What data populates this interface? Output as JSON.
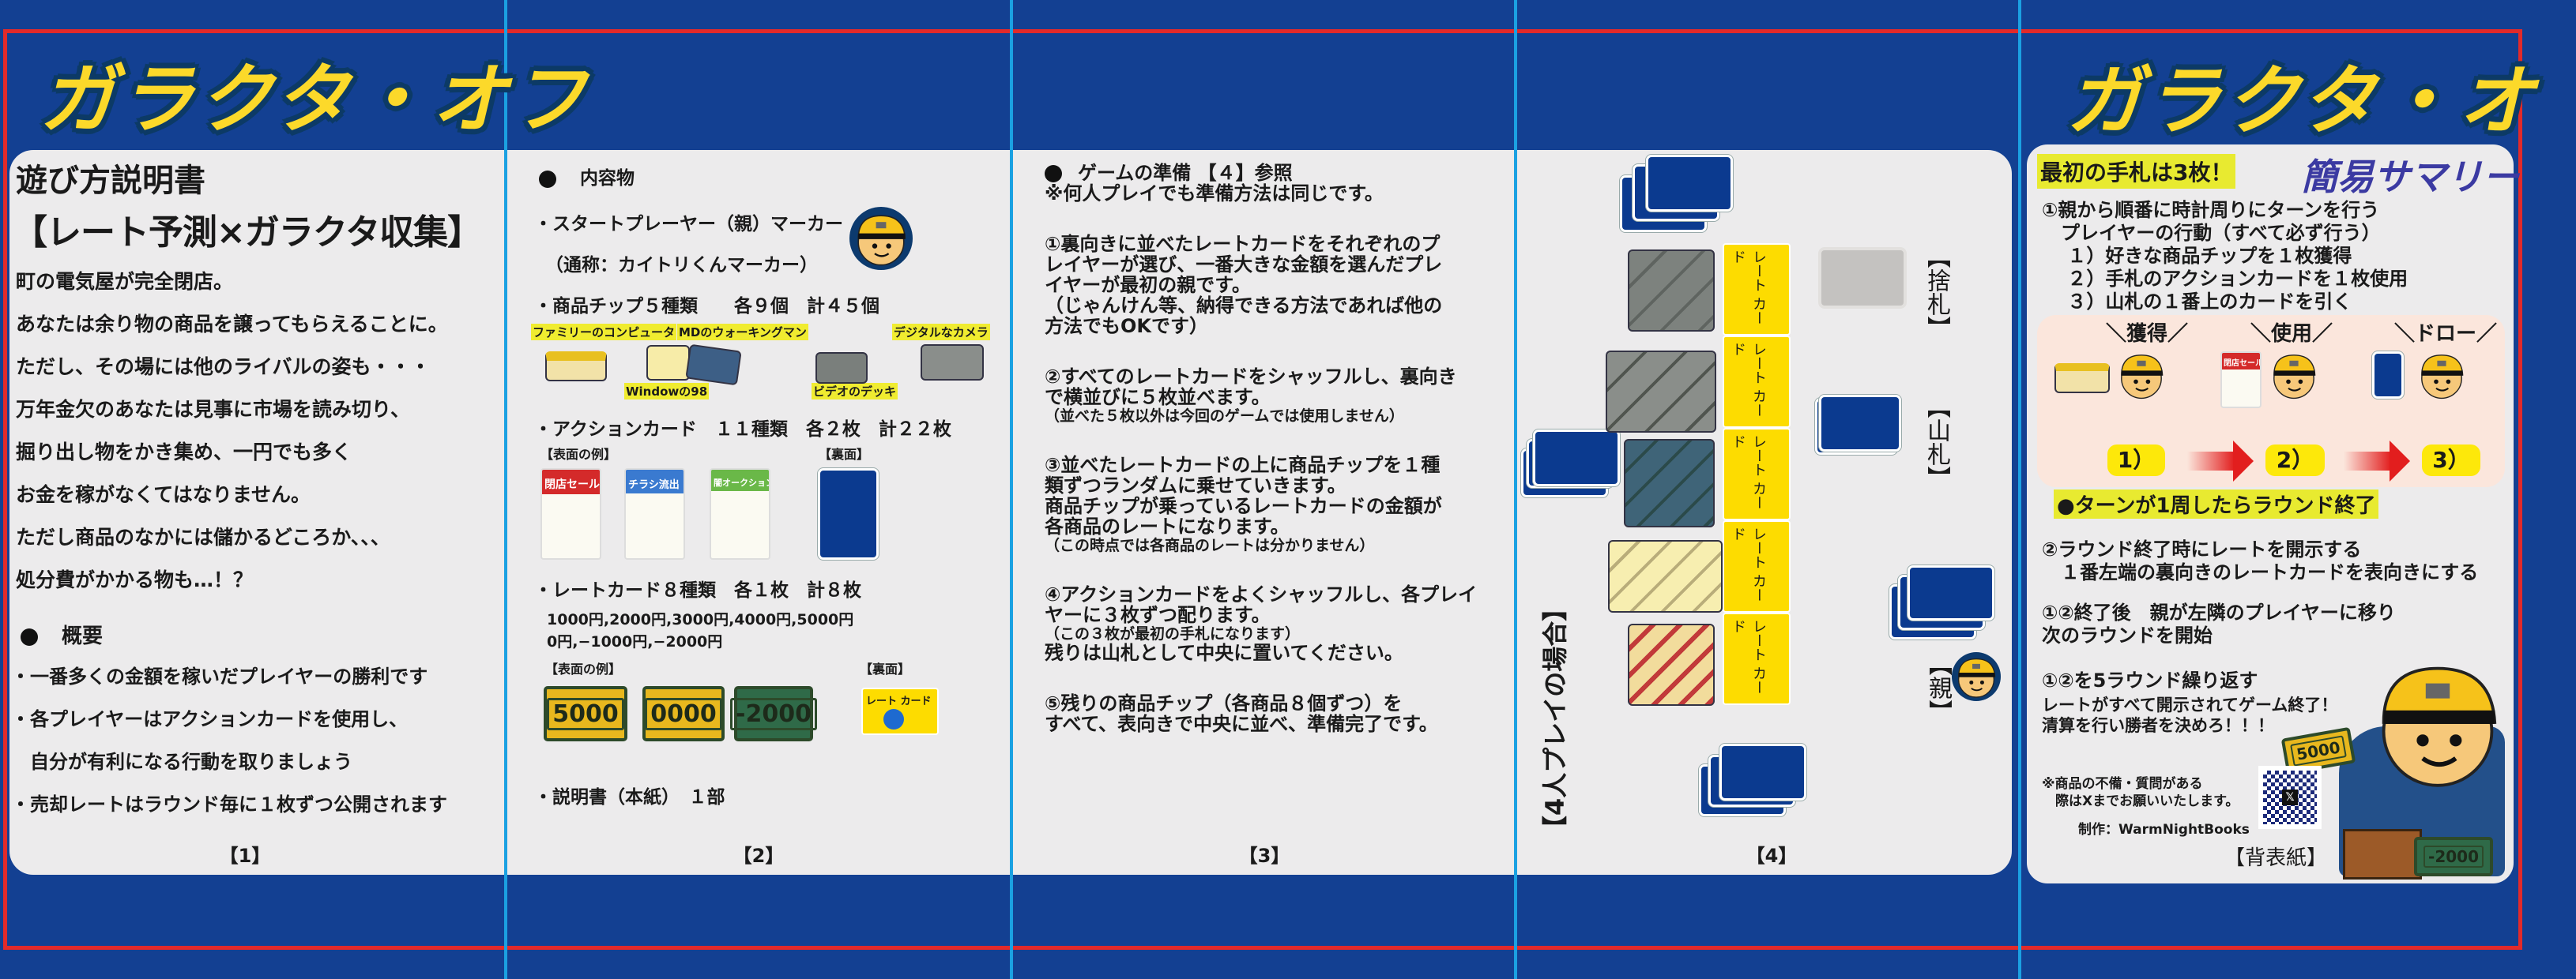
{
  "title": "ガラクタ・オフ",
  "panel1": {
    "heading": "遊び方説明書",
    "subheading": "【レート予測×ガラクタ収集】",
    "story": [
      "町の電気屋が完全閉店。",
      "あなたは余り物の商品を譲ってもらえることに。",
      "ただし、その場には他のライバルの姿も・・・",
      "万年金欠のあなたは見事に市場を読み切り、",
      "掘り出し物をかき集め、一円でも多く",
      "お金を稼がなくてはなりません。",
      "ただし商品のなかには儲かるどころか、、、",
      "処分費がかかる物も…！？"
    ],
    "overview_heading": "概要",
    "overview": [
      "・一番多くの金額を稼いだプレイヤーの勝利です",
      "・各プレイヤーはアクションカードを使用し、",
      "　自分が有利になる行動を取りましょう",
      "・売却レートはラウンド毎に１枚ずつ公開されます"
    ],
    "page": "【1】"
  },
  "panel2": {
    "heading": "内容物",
    "marker": "・スタートプレーヤー（親）マーカー",
    "marker_alias": "（通称：カイトリくんマーカー）",
    "chips": "・商品チップ５種類　　各９個　計４５個",
    "chip_labels": [
      "ファミリーのコンピュータ",
      "Windowの98",
      "MDのウォーキングマン",
      "ビデオのデッキ",
      "デジタルなカメラ"
    ],
    "action": "・アクションカード　１１種類　各２枚　計２２枚",
    "front_example": "【表面の例】",
    "back": "【裏面】",
    "action_examples": [
      "閉店セール",
      "チラシ流出",
      "闇オークション"
    ],
    "rate": "・レートカード８種類　各１枚　計８枚",
    "rate_values_1": "1000円,2000円,3000円,4000円,5000円",
    "rate_values_2": "0円,−1000円,−2000円",
    "rate_examples": [
      "5000",
      "0000",
      "-2000"
    ],
    "rate_back": "レート カード",
    "manual": "・説明書（本紙）　１部",
    "page": "【2】"
  },
  "panel3": {
    "heading": "ゲームの準備 【４】参照",
    "note": "※何人プレイでも準備方法は同じです。",
    "step1": [
      "①裏向きに並べたレートカードをそれぞれのプ",
      "レイヤーが選び、一番大きな金額を選んだプレ",
      "イヤーが最初の親です。",
      "（じゃんけん等、納得できる方法であれば他の",
      "方法でもOKです）"
    ],
    "step2": [
      "②すべてのレートカードをシャッフルし、裏向き",
      "で横並びに５枚並べます。"
    ],
    "step2_note": "（並べた５枚以外は今回のゲームでは使用しません）",
    "step3": [
      "③並べたレートカードの上に商品チップを１種",
      "類ずつランダムに乗せていきます。",
      "商品チップが乗っているレートカードの金額が",
      "各商品のレートになります。"
    ],
    "step3_note": "（この時点では各商品のレートは分かりません）",
    "step4": [
      "④アクションカードをよくシャッフルし、各プレイ",
      "ヤーに３枚ずつ配ります。"
    ],
    "step4_note": "（この３枚が最初の手札になります）",
    "step4_end": "残りは山札として中央に置いてください。",
    "step5": [
      "⑤残りの商品チップ（各商品８個ずつ）を",
      "すべて、表向きで中央に並べ、準備完了です。"
    ],
    "page": "【3】"
  },
  "panel4": {
    "discard": "【捨札】",
    "deck": "【山札】",
    "parent": "【親】",
    "caption": "【4人プレイの場合】",
    "rate_card": "レート カード",
    "page": "【4】"
  },
  "panel5": {
    "first_hand": "最初の手札は3枚！",
    "summary_title": "簡易サマリー",
    "turn": [
      "①親から順番に時計周りにターンを行う",
      "　プレイヤーの行動（すべて必ず行う）",
      "　 １）好きな商品チップを１枚獲得",
      "　 ２）手札のアクションカードを１枚使用",
      "　 ３）山札の１番上のカードを引く"
    ],
    "steps": [
      {
        "label": "＼獲得／",
        "num": "1）"
      },
      {
        "label": "＼使用／",
        "num": "2）"
      },
      {
        "label": "＼ドロー／",
        "num": "3）"
      }
    ],
    "example_card": "閉店セール",
    "round_end": "●ターンが1周したらラウンド終了",
    "reveal": [
      "②ラウンド終了時にレートを開示する",
      "　１番左端の裏向きのレートカードを表向きにする"
    ],
    "next": [
      "①②終了後　親が左隣のプレイヤーに移り",
      "次のラウンドを開始"
    ],
    "repeat": "①②を5ラウンド繰り返す",
    "finish": [
      "レートがすべて開示されてゲーム終了！",
      "清算を行い勝者を決めろ！！！"
    ],
    "contact": [
      "※商品の不備・質問がある",
      "　際はXまでお願いいたします。"
    ],
    "credit": "制作：WarmNightBooks",
    "money_5000": "5000",
    "money_neg": "-2000",
    "page": "【背表紙】"
  },
  "colors": {
    "background": "#134092",
    "panel": "#ecebec",
    "logo": "#fcd92a",
    "border": "#e22a2a",
    "guide": "#1ba1e2"
  }
}
